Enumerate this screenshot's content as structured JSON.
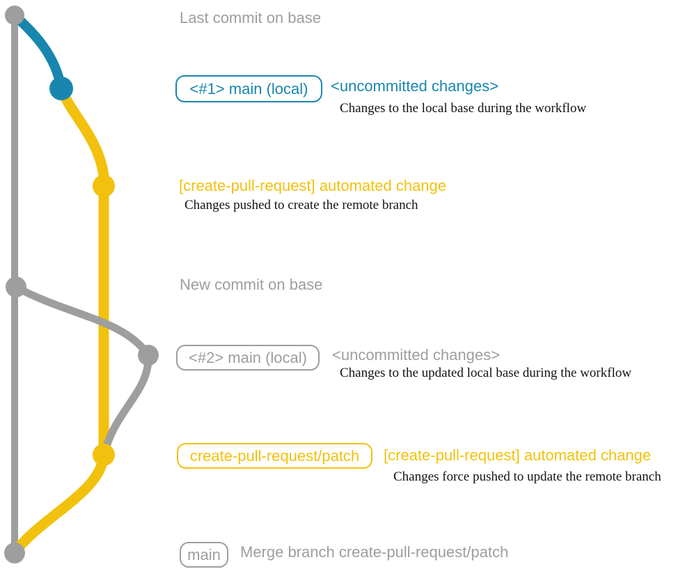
{
  "colors": {
    "gray": "#9e9e9e",
    "blue": "#1886ae",
    "yellow": "#f2c10d",
    "ink": "#141414",
    "background": "#ffffff"
  },
  "labels": {
    "last_commit": "Last commit on base",
    "row1": {
      "badge": "<#1> main (local)",
      "status": "<uncommitted changes>",
      "desc": "Changes to the local base during the workflow"
    },
    "push1": {
      "title": "[create-pull-request] automated change",
      "desc": "Changes pushed to create the remote branch"
    },
    "new_commit": "New commit on base",
    "row2": {
      "badge": "<#2> main (local)",
      "status": "<uncommitted changes>",
      "desc": "Changes to the updated local base during the workflow"
    },
    "push2": {
      "badge": "create-pull-request/patch",
      "title": "[create-pull-request] automated change",
      "desc": "Changes force pushed to update the remote branch"
    },
    "merge": {
      "badge": "main",
      "desc": "Merge branch create-pull-request/patch"
    }
  },
  "graph": {
    "branches": [
      {
        "name": "base",
        "color": "gray"
      },
      {
        "name": "main (local)",
        "color": "blue"
      },
      {
        "name": "create-pull-request/patch",
        "color": "yellow"
      }
    ],
    "commit_dots": [
      {
        "color": "gray",
        "label": "Last commit on base"
      },
      {
        "color": "blue",
        "label": "<#1> main (local) <uncommitted changes>"
      },
      {
        "color": "yellow",
        "label": "[create-pull-request] automated change"
      },
      {
        "color": "gray",
        "label": "New commit on base"
      },
      {
        "color": "gray",
        "label": "<#2> main (local) <uncommitted changes>"
      },
      {
        "color": "yellow",
        "label": "create-pull-request/patch [create-pull-request] automated change"
      },
      {
        "color": "gray",
        "label": "Merge branch create-pull-request/patch"
      }
    ]
  }
}
